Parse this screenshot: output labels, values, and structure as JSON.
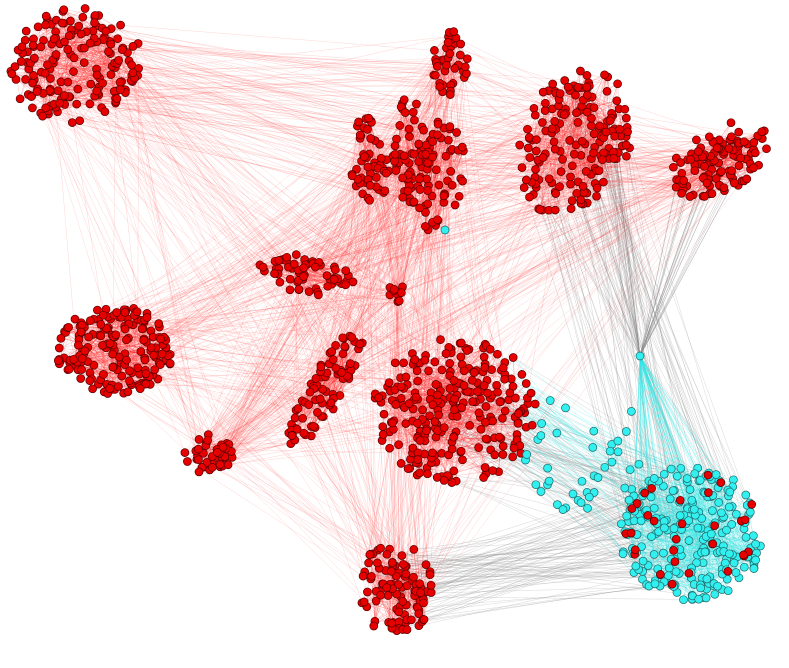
{
  "graph": {
    "colors": {
      "background": "#ffffff",
      "red_node": "#e60000",
      "red_node_stroke": "#5a0000",
      "red_edge": "#ff1a1a",
      "cyan_node": "#33f0f0",
      "cyan_node_stroke": "#1f6a6a",
      "cyan_edge": "#33e6e6",
      "bridge_edge": "#8c8c8c"
    },
    "groups": [
      {
        "id": "top-left",
        "color": "red"
      },
      {
        "id": "left-lower",
        "color": "red"
      },
      {
        "id": "left-mid-right",
        "color": "red"
      },
      {
        "id": "left-bottom-small",
        "color": "red"
      },
      {
        "id": "center-top-finger-1",
        "color": "red"
      },
      {
        "id": "center-top-finger-2",
        "color": "red"
      },
      {
        "id": "center-top-finger-3",
        "color": "red"
      },
      {
        "id": "center-top-finger-4",
        "color": "red"
      },
      {
        "id": "center-small",
        "color": "red"
      },
      {
        "id": "top-right-1",
        "color": "red"
      },
      {
        "id": "top-right-2",
        "color": "red"
      },
      {
        "id": "center-diagonal",
        "color": "red"
      },
      {
        "id": "center-large",
        "color": "red"
      },
      {
        "id": "bottom-center",
        "color": "red"
      },
      {
        "id": "bottom-right",
        "color": "cyan"
      }
    ]
  }
}
